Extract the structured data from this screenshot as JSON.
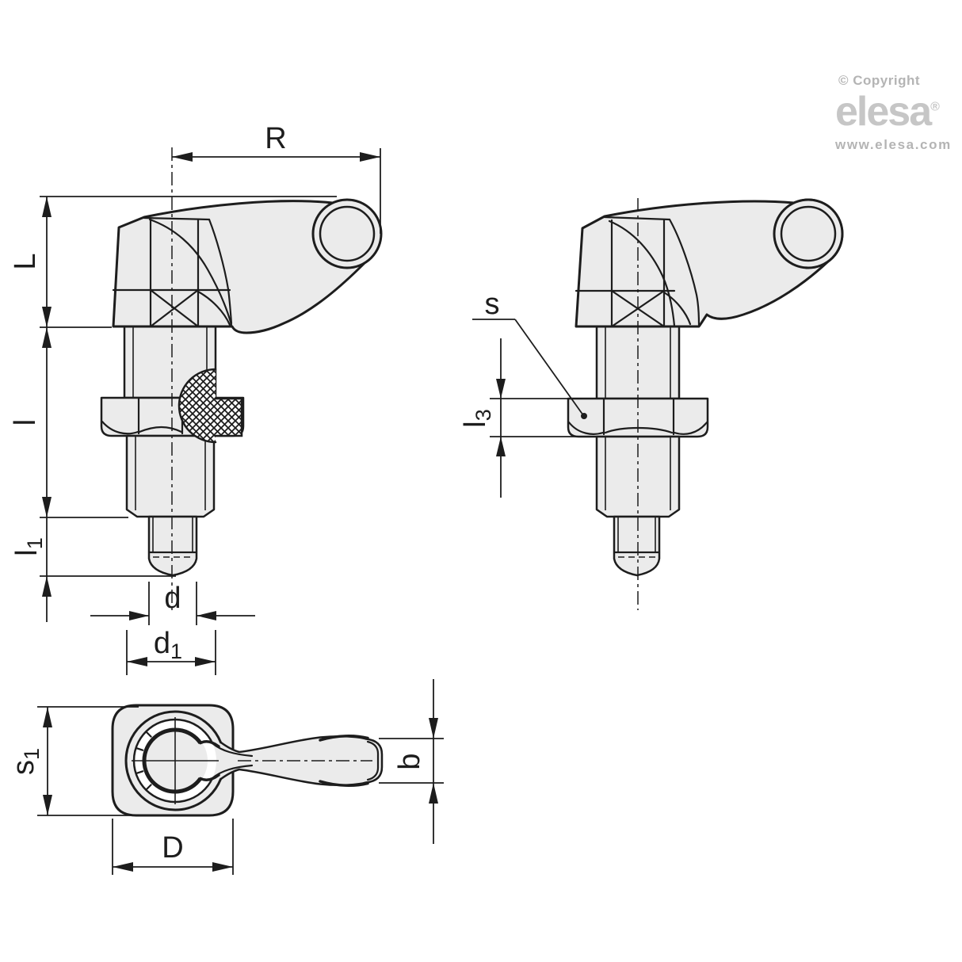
{
  "colors": {
    "background": "#ffffff",
    "line": "#1d1d1d",
    "part_fill": "#ebebeb",
    "logo_gray": "#b4b4b4",
    "logo_brand_gray": "#c6c6c6"
  },
  "logo": {
    "copyright": "© Copyright",
    "brand": "elesa",
    "registered": "®",
    "website": "www.elesa.com"
  },
  "views": {
    "front": {
      "dimensions": {
        "R": {
          "label": "R"
        },
        "L": {
          "label": "L"
        },
        "l": {
          "label": "l"
        },
        "l1": {
          "label": "l",
          "sub": "1"
        },
        "d": {
          "label": "d"
        },
        "d1": {
          "label": "d",
          "sub": "1"
        }
      }
    },
    "side": {
      "dimensions": {
        "s": {
          "label": "s"
        },
        "l3": {
          "label": "l",
          "sub": "3"
        }
      }
    },
    "bottom": {
      "dimensions": {
        "s1": {
          "label": "s",
          "sub": "1"
        },
        "D": {
          "label": "D"
        },
        "b": {
          "label": "b"
        }
      }
    }
  }
}
